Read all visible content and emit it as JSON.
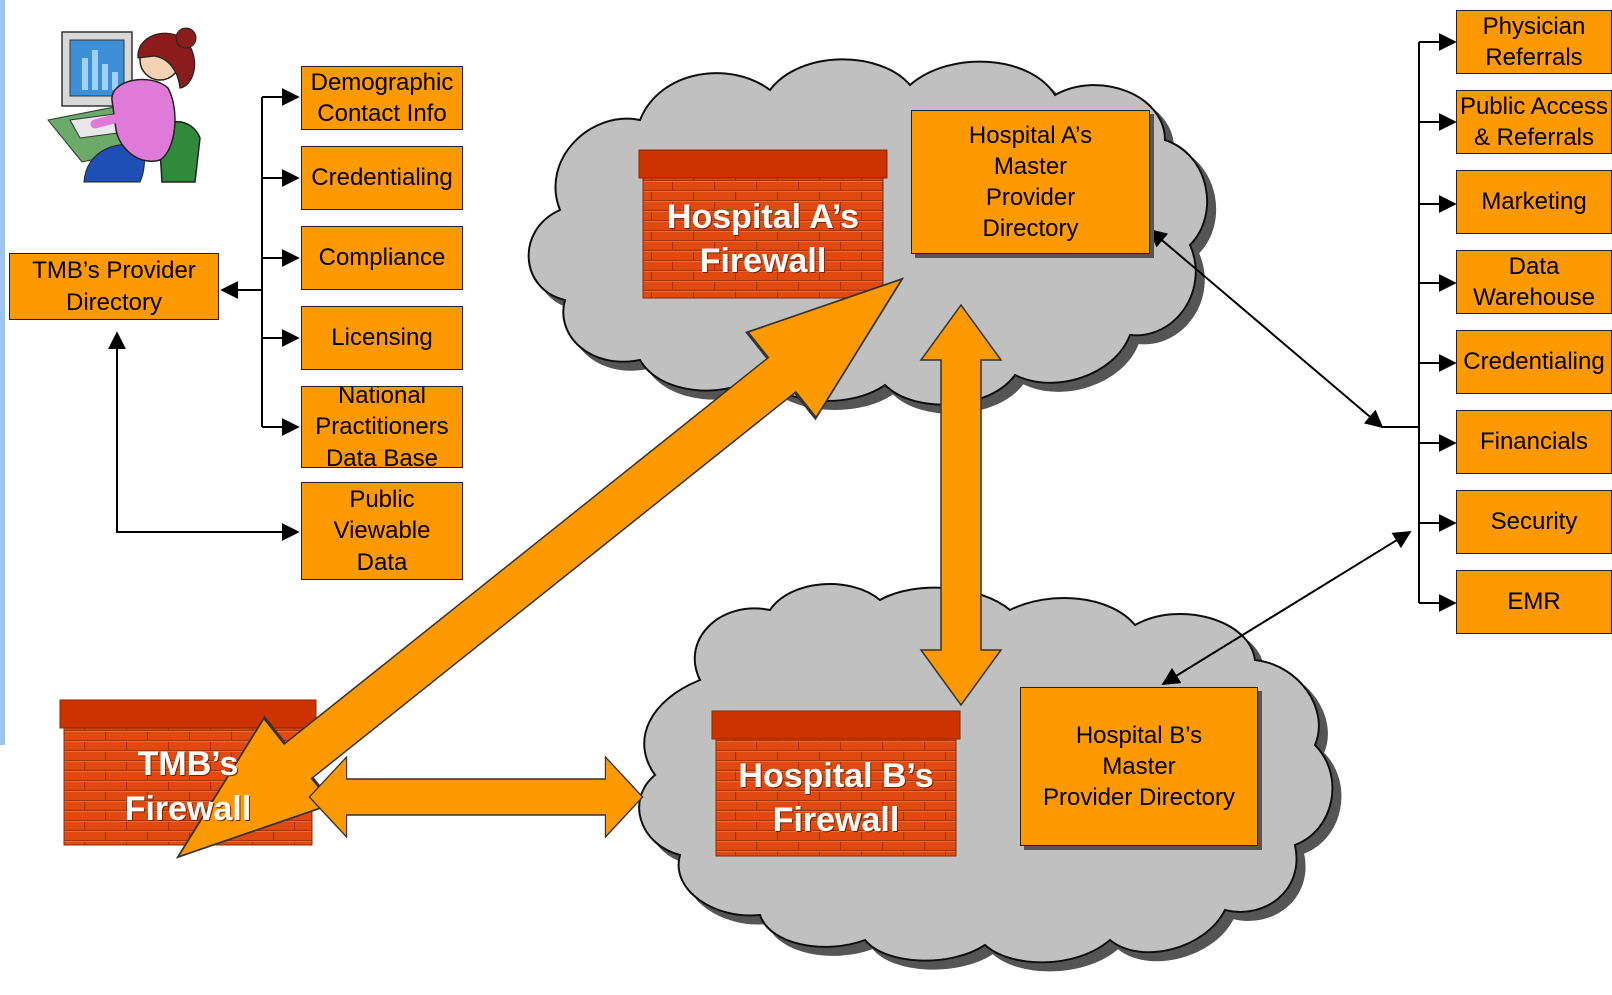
{
  "tmb_directory": "TMB’s Provider\nDirectory",
  "tmb_sources": [
    "Demographic\nContact Info",
    "Credentialing",
    "Compliance",
    "Licensing",
    "National\nPractitioners\n Data Base"
  ],
  "public_viewable": "Public\nViewable\nData",
  "firewalls": {
    "hospital_a": "Hospital A’s\nFirewall",
    "hospital_b": "Hospital B’s\nFirewall",
    "tmb": "TMB’s\nFirewall"
  },
  "hospital_a_directory": "Hospital A’s\nMaster\nProvider\nDirectory",
  "hospital_b_directory": "Hospital B’s\nMaster\nProvider Directory",
  "consumers": [
    "Physician\nReferrals",
    "Public Access\n& Referrals",
    "Marketing",
    "Data\nWarehouse",
    "Credentialing",
    "Financials",
    "Security",
    "EMR"
  ],
  "colors": {
    "box_fill": "#ff9900",
    "brick": "#e04a10",
    "brick_cap": "#cc3300",
    "cloud": "#c0c0c0",
    "arrow": "#ff9900"
  },
  "clipart": "user-at-computer-icon"
}
